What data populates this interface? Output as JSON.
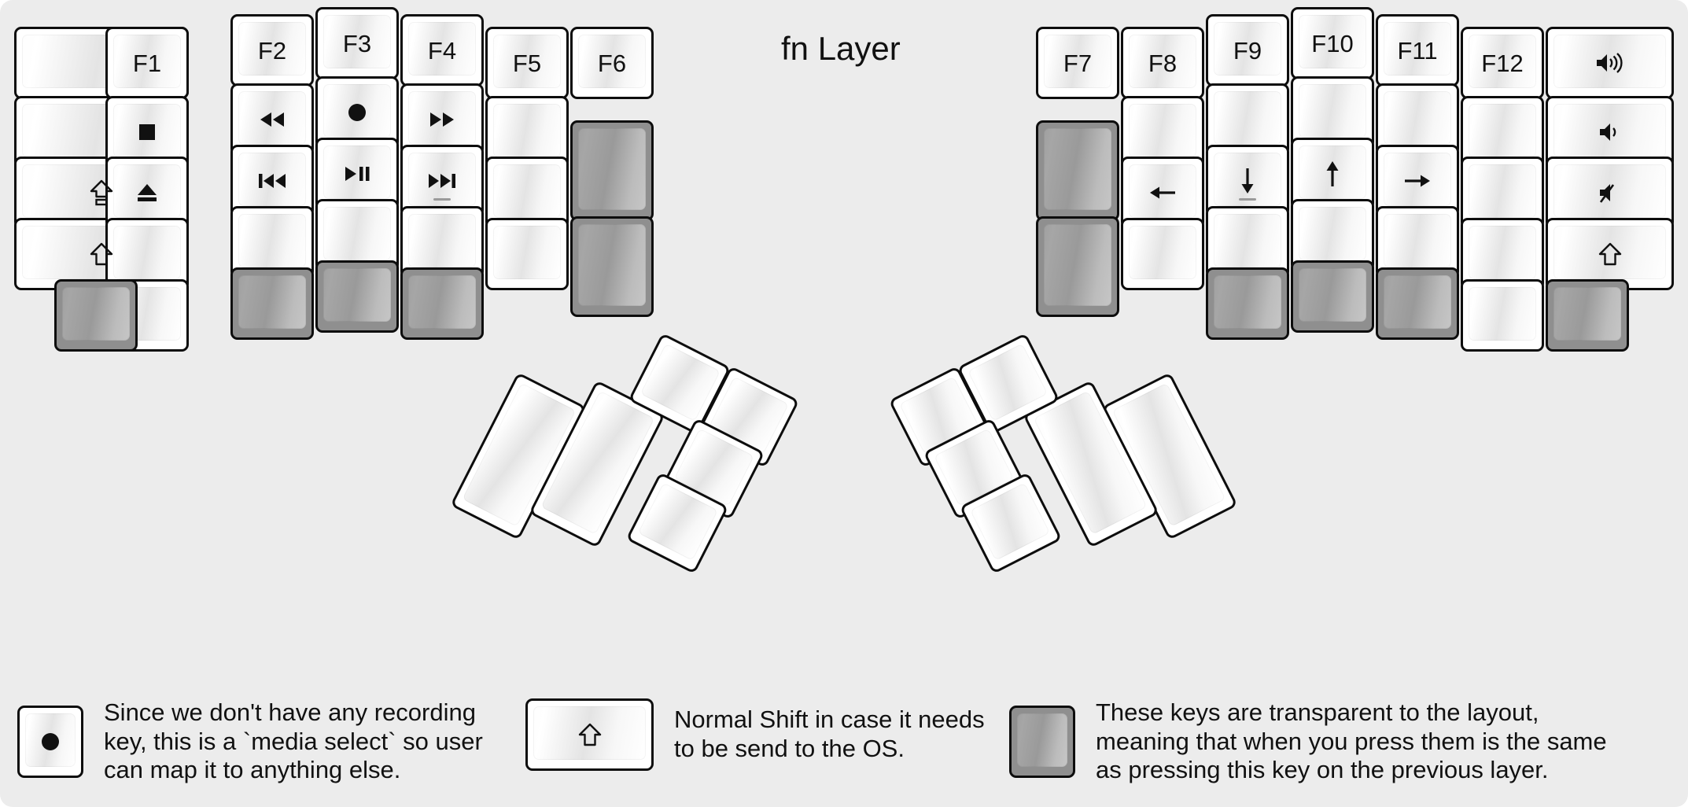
{
  "title": "fn Layer",
  "colors": {
    "background": "#ececec",
    "key_face": "#ffffff",
    "key_border": "#0d0d0d",
    "transparent_key": "#9a9a9a",
    "label": "#111111"
  },
  "left_half": {
    "columns": [
      {
        "name": "col-pinky-outer",
        "keys": [
          {
            "label": "",
            "icon": "",
            "type": "normal"
          },
          {
            "label": "",
            "icon": "",
            "type": "normal"
          },
          {
            "label": "",
            "icon": "caps-lock-icon",
            "type": "normal"
          },
          {
            "label": "",
            "icon": "shift-icon",
            "type": "normal"
          }
        ]
      },
      {
        "name": "col-pinky",
        "keys": [
          {
            "label": "F1",
            "icon": "",
            "type": "normal"
          },
          {
            "label": "",
            "icon": "media-stop-icon",
            "type": "normal"
          },
          {
            "label": "",
            "icon": "media-eject-icon",
            "type": "normal"
          },
          {
            "label": "",
            "icon": "",
            "type": "normal"
          },
          {
            "label": "",
            "icon": "",
            "type": "normal"
          }
        ]
      },
      {
        "name": "col-ring",
        "keys": [
          {
            "label": "F2",
            "icon": "",
            "type": "normal"
          },
          {
            "label": "",
            "icon": "media-rewind-icon",
            "type": "normal"
          },
          {
            "label": "",
            "icon": "media-prev-track-icon",
            "type": "normal"
          },
          {
            "label": "",
            "icon": "",
            "type": "normal"
          },
          {
            "label": "",
            "icon": "",
            "type": "transparent"
          }
        ]
      },
      {
        "name": "col-middle",
        "keys": [
          {
            "label": "F3",
            "icon": "",
            "type": "normal"
          },
          {
            "label": "",
            "icon": "media-record-icon",
            "type": "normal"
          },
          {
            "label": "",
            "icon": "media-play-pause-icon",
            "type": "normal"
          },
          {
            "label": "",
            "icon": "",
            "type": "normal"
          },
          {
            "label": "",
            "icon": "",
            "type": "transparent"
          }
        ]
      },
      {
        "name": "col-index",
        "keys": [
          {
            "label": "F4",
            "icon": "",
            "type": "normal"
          },
          {
            "label": "",
            "icon": "media-fast-forward-icon",
            "type": "normal"
          },
          {
            "label": "",
            "icon": "media-next-track-icon",
            "type": "normal",
            "homing": true
          },
          {
            "label": "",
            "icon": "",
            "type": "normal"
          },
          {
            "label": "",
            "icon": "",
            "type": "transparent"
          }
        ]
      },
      {
        "name": "col-inner",
        "keys": [
          {
            "label": "F5",
            "icon": "",
            "type": "normal"
          },
          {
            "label": "",
            "icon": "",
            "type": "normal"
          },
          {
            "label": "",
            "icon": "",
            "type": "normal"
          },
          {
            "label": "",
            "icon": "",
            "type": "normal"
          }
        ]
      },
      {
        "name": "col-innermost",
        "keys": [
          {
            "label": "F6",
            "icon": "",
            "type": "normal"
          },
          {
            "label": "",
            "icon": "",
            "type": "transparent"
          },
          {
            "label": "",
            "icon": "",
            "type": "transparent"
          }
        ]
      }
    ]
  },
  "right_half": {
    "columns": [
      {
        "name": "col-innermost",
        "keys": [
          {
            "label": "F7",
            "icon": "",
            "type": "normal"
          },
          {
            "label": "",
            "icon": "",
            "type": "transparent"
          },
          {
            "label": "",
            "icon": "",
            "type": "transparent"
          }
        ]
      },
      {
        "name": "col-inner",
        "keys": [
          {
            "label": "F8",
            "icon": "",
            "type": "normal"
          },
          {
            "label": "",
            "icon": "",
            "type": "normal"
          },
          {
            "label": "",
            "icon": "arrow-left-icon",
            "type": "normal"
          },
          {
            "label": "",
            "icon": "",
            "type": "normal"
          }
        ]
      },
      {
        "name": "col-index",
        "keys": [
          {
            "label": "F9",
            "icon": "",
            "type": "normal"
          },
          {
            "label": "",
            "icon": "",
            "type": "normal"
          },
          {
            "label": "",
            "icon": "arrow-down-icon",
            "type": "normal",
            "homing": true
          },
          {
            "label": "",
            "icon": "",
            "type": "normal"
          },
          {
            "label": "",
            "icon": "",
            "type": "transparent"
          }
        ]
      },
      {
        "name": "col-middle",
        "keys": [
          {
            "label": "F10",
            "icon": "",
            "type": "normal"
          },
          {
            "label": "",
            "icon": "",
            "type": "normal"
          },
          {
            "label": "",
            "icon": "arrow-up-icon",
            "type": "normal"
          },
          {
            "label": "",
            "icon": "",
            "type": "normal"
          },
          {
            "label": "",
            "icon": "",
            "type": "transparent"
          }
        ]
      },
      {
        "name": "col-ring",
        "keys": [
          {
            "label": "F11",
            "icon": "",
            "type": "normal"
          },
          {
            "label": "",
            "icon": "",
            "type": "normal"
          },
          {
            "label": "",
            "icon": "arrow-right-icon",
            "type": "normal"
          },
          {
            "label": "",
            "icon": "",
            "type": "normal"
          },
          {
            "label": "",
            "icon": "",
            "type": "transparent"
          }
        ]
      },
      {
        "name": "col-pinky",
        "keys": [
          {
            "label": "F12",
            "icon": "",
            "type": "normal"
          },
          {
            "label": "",
            "icon": "",
            "type": "normal"
          },
          {
            "label": "",
            "icon": "",
            "type": "normal"
          },
          {
            "label": "",
            "icon": "",
            "type": "normal"
          },
          {
            "label": "",
            "icon": "",
            "type": "normal"
          }
        ]
      },
      {
        "name": "col-pinky-outer",
        "keys": [
          {
            "label": "",
            "icon": "volume-up-icon",
            "type": "normal"
          },
          {
            "label": "",
            "icon": "volume-down-icon",
            "type": "normal"
          },
          {
            "label": "",
            "icon": "volume-mute-icon",
            "type": "normal"
          },
          {
            "label": "",
            "icon": "shift-icon",
            "type": "normal"
          },
          {
            "label": "",
            "icon": "",
            "type": "transparent"
          }
        ]
      }
    ]
  },
  "thumb_clusters": {
    "left": {
      "count": 6,
      "all_blank": true
    },
    "right": {
      "count": 6,
      "all_blank": true
    }
  },
  "legend": [
    {
      "name": "legend-media-select",
      "key_icon": "media-record-icon",
      "key_type": "normal",
      "text": "Since we don't have any recording\nkey, this is a `media select` so user\ncan map it to anything else."
    },
    {
      "name": "legend-normal-shift",
      "key_icon": "shift-icon",
      "key_type": "normal",
      "text": "Normal Shift in case it needs\nto be send to the OS."
    },
    {
      "name": "legend-transparent",
      "key_icon": "",
      "key_type": "transparent",
      "text": "These keys are transparent to the layout,\nmeaning that when you press them is the same\nas pressing this key on the previous layer."
    }
  ]
}
